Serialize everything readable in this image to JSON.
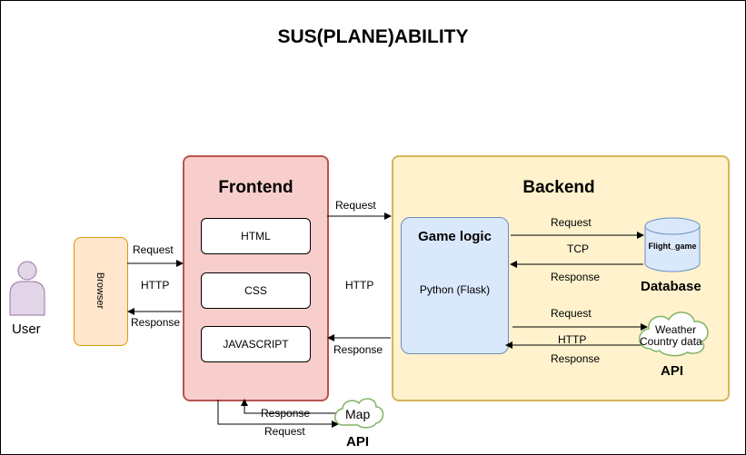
{
  "title": "SUS(PLANE)ABILITY",
  "user": {
    "label": "User"
  },
  "browser": {
    "label": "Browser"
  },
  "browser_arrows": {
    "request": "Request",
    "http": "HTTP",
    "response": "Response"
  },
  "frontend": {
    "heading": "Frontend",
    "items": [
      "HTML",
      "CSS",
      "JAVASCRIPT"
    ]
  },
  "frontend_backend": {
    "request": "Request",
    "http": "HTTP",
    "response": "Response"
  },
  "backend": {
    "heading": "Backend"
  },
  "game_logic": {
    "heading": "Game logic",
    "subtitle": "Python (Flask)"
  },
  "database": {
    "cylinder_label": "Flight_game",
    "caption": "Database",
    "request": "Request",
    "protocol": "TCP",
    "response": "Response"
  },
  "weather_api": {
    "cloud_line1": "Weather",
    "cloud_line2": "Country data",
    "caption": "API",
    "request": "Request",
    "protocol": "HTTP",
    "response": "Response"
  },
  "map_api": {
    "cloud_label": "Map",
    "caption": "API",
    "response": "Response",
    "request": "Request"
  },
  "colors": {
    "browser_fill": "#ffe6cc",
    "browser_stroke": "#d79b00",
    "frontend_fill": "#f8cecc",
    "frontend_stroke": "#b85450",
    "backend_fill": "#fff2cc",
    "backend_stroke": "#d6b656",
    "logic_fill": "#dae8fc",
    "logic_stroke": "#6c8ebf",
    "user_fill": "#e1d5e7",
    "user_stroke": "#9673a6",
    "cloud_stroke": "#82b366"
  }
}
